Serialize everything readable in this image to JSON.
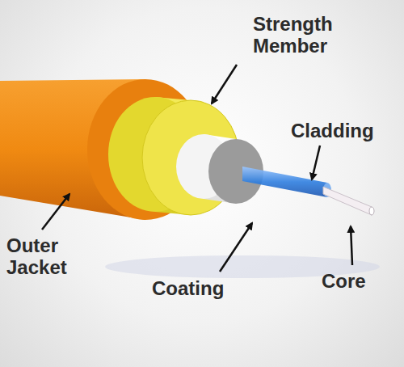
{
  "diagram": {
    "labels": [
      "Strength Member",
      "Cladding",
      "Outer Jacket",
      "Coating",
      "Core"
    ]
  }
}
